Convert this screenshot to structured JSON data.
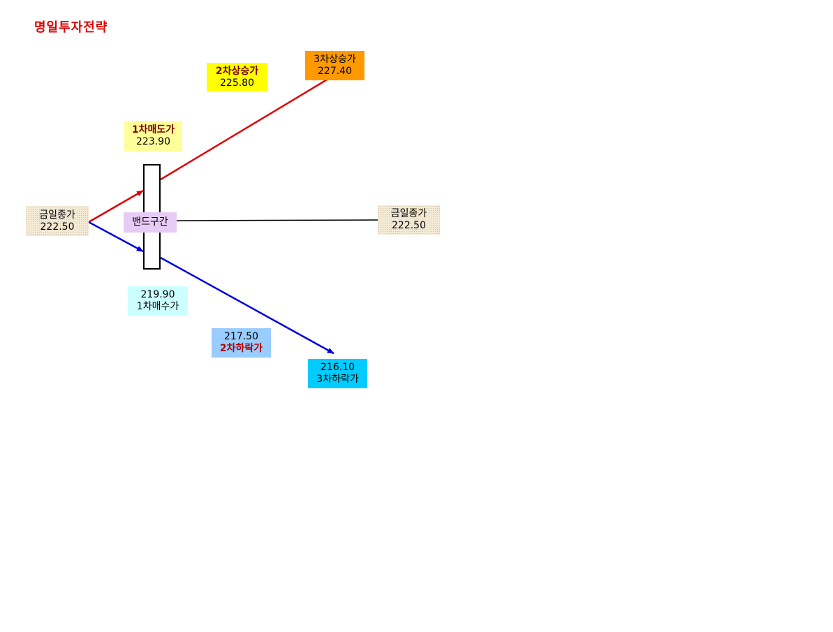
{
  "title": "명일투자전략",
  "colors": {
    "up_arrow": "#e00000",
    "down_arrow": "#0000e0",
    "band_line": "#000000",
    "title": "#e00000"
  },
  "labels": {
    "close_left": {
      "name": "금일종가",
      "value": "222.50"
    },
    "close_right": {
      "name": "금일종가",
      "value": "222.50"
    },
    "band": {
      "name": "밴드구간"
    },
    "sell1": {
      "name": "1차매도가",
      "value": "223.90"
    },
    "up2": {
      "name": "2차상승가",
      "value": "225.80"
    },
    "up3": {
      "name": "3차상승가",
      "value": "227.40"
    },
    "buy1": {
      "name": "1차매수가",
      "value": "219.90"
    },
    "down2": {
      "name": "2차하락가",
      "value": "217.50"
    },
    "down3": {
      "name": "3차하락가",
      "value": "216.10"
    }
  }
}
